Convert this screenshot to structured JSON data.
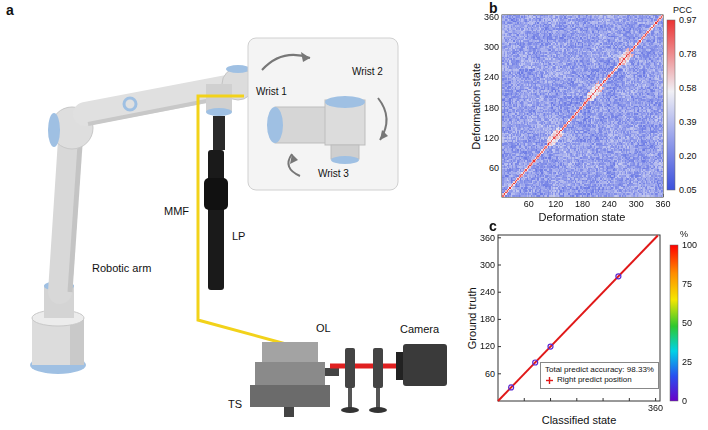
{
  "diagram": {
    "labels": [
      "a",
      "Robotic arm",
      "MMF",
      "LP",
      "Wrist 1",
      "Wrist 2",
      "Wrist 3",
      "TS",
      "OL",
      "Camera",
      "b",
      "PCC",
      "0.97",
      "0.78",
      "0.58",
      "0.39",
      "0.20",
      "0.05",
      "Deformation state",
      "60",
      "120",
      "180",
      "240",
      "300",
      "360",
      "60",
      "120",
      "180",
      "240",
      "300",
      "360",
      "Deformation state",
      "c",
      "Ground truth",
      "60",
      "120",
      "180",
      "240",
      "300",
      "360",
      "Classified state",
      "360",
      "%",
      "100",
      "75",
      "50",
      "25",
      "0",
      "Total predict accuracy: 98.33%"
    ],
    "legend": [
      {
        "text": "Right predict position"
      }
    ]
  }
}
